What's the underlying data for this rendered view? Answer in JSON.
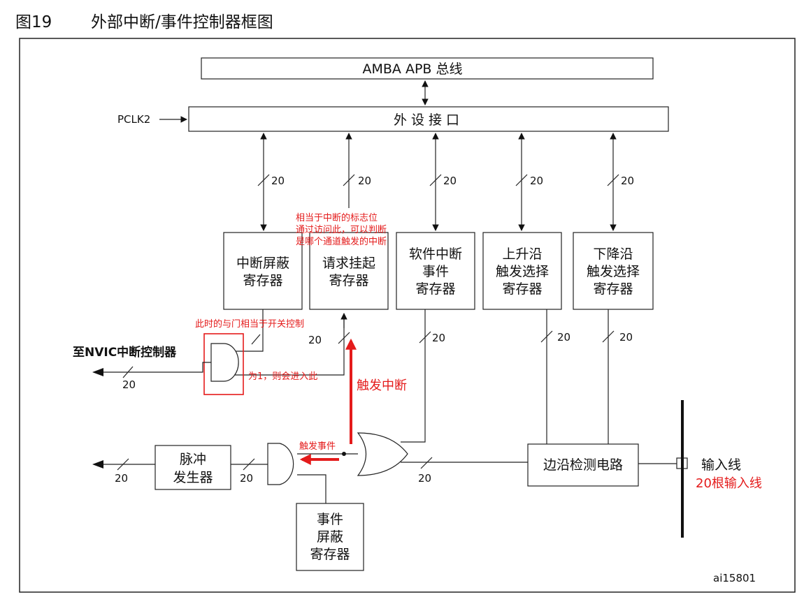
{
  "figure": {
    "number": "图19",
    "title": "外部中断/事件控制器框图",
    "id_code": "ai15801"
  },
  "blocks": {
    "apb_bus": "AMBA APB 总线",
    "peripheral_interface": "外 设 接 口",
    "pclk": "PCLK2",
    "int_mask": [
      "中断屏蔽",
      "寄存器"
    ],
    "pending": [
      "请求挂起",
      "寄存器"
    ],
    "sw_interrupt": [
      "软件中断",
      "事件",
      "寄存器"
    ],
    "rising_trigger": [
      "上升沿",
      "触发选择",
      "寄存器"
    ],
    "falling_trigger": [
      "下降沿",
      "触发选择",
      "寄存器"
    ],
    "edge_detect": "边沿检测电路",
    "pulse_gen": [
      "脉冲",
      "发生器"
    ],
    "event_mask": [
      "事件",
      "屏蔽",
      "寄存器"
    ],
    "to_nvic": "至NVIC中断控制器",
    "input_line": "输入线"
  },
  "bus_width": "20",
  "notes": {
    "pending_note": [
      "相当于中断的标志位",
      "通过访问此，可以判断",
      "是哪个通道触发的中断"
    ],
    "and_gate_note": "此时的与门相当于开关控制",
    "is_one_note": "为1，则会进入此",
    "trigger_interrupt": "触发中断",
    "trigger_event": "触发事件",
    "input_lines_count": "20根输入线"
  },
  "colors": {
    "annotation": "#e41b1b",
    "line": "#222222"
  }
}
